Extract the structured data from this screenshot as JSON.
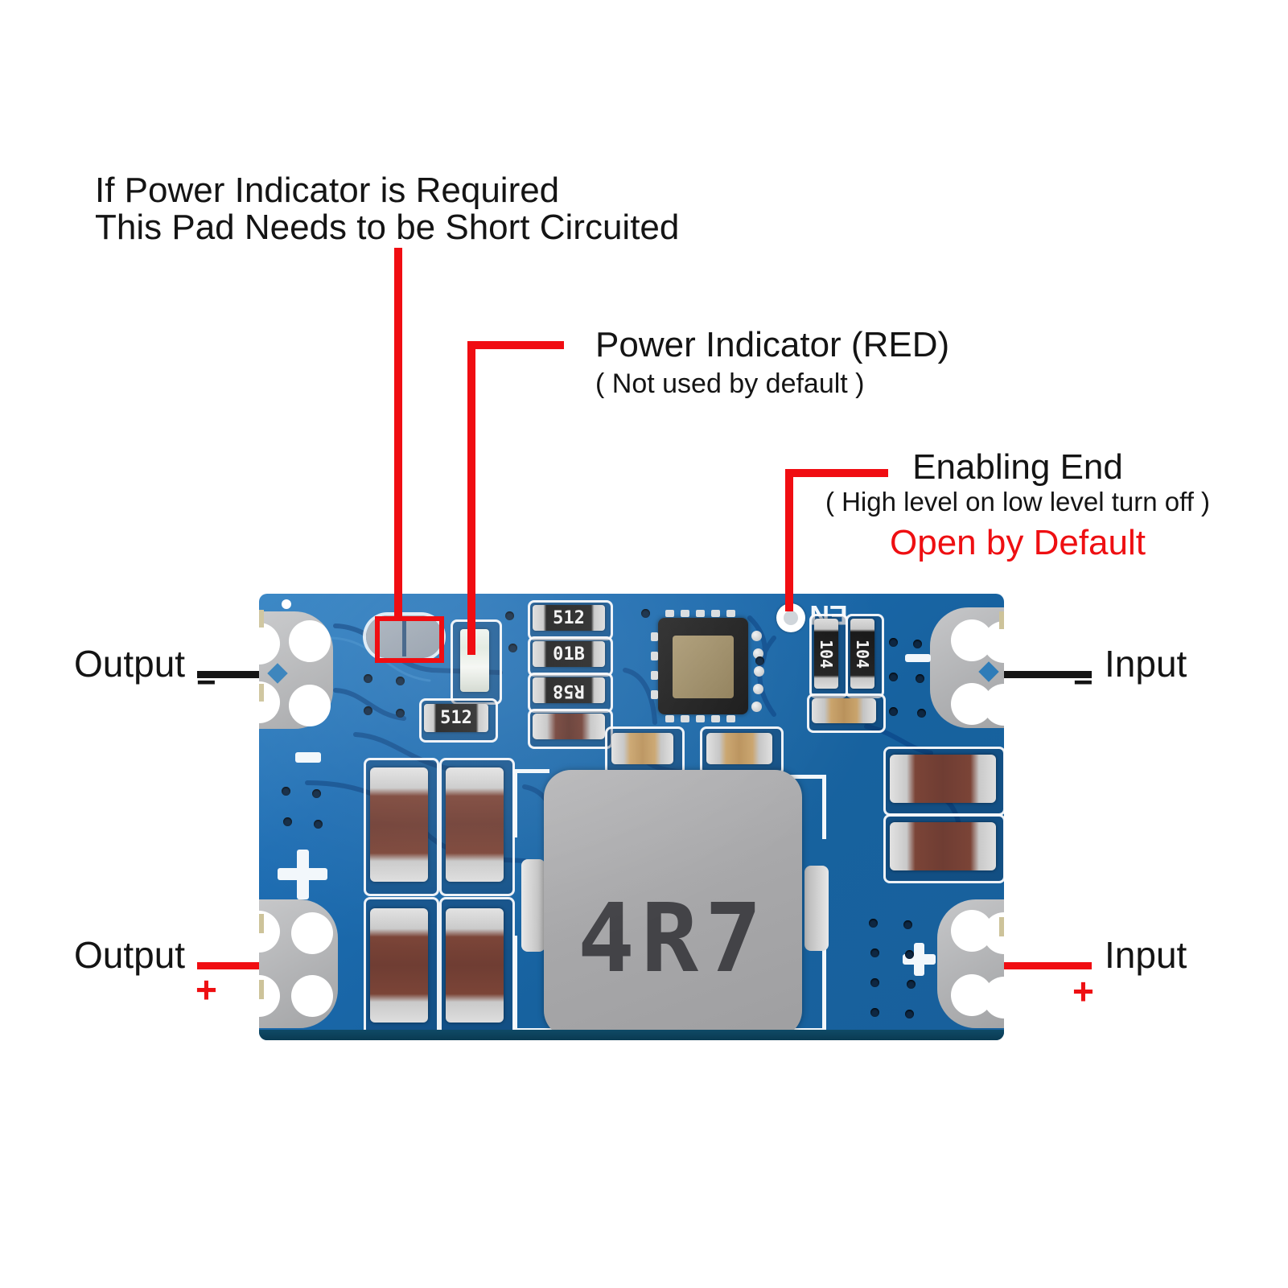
{
  "annotations": {
    "short_pad_line1": "If Power Indicator is Required",
    "short_pad_line2": "This Pad Needs to be Short Circuited",
    "power_indicator_title": "Power Indicator (RED)",
    "power_indicator_subtitle": "( Not used by default )",
    "enabling_title": "Enabling End",
    "enabling_subtitle": "( High level on low level turn off )",
    "enabling_note": "Open by Default"
  },
  "terminals": {
    "output_neg_label": "Output",
    "output_neg_sign": "−",
    "output_pos_label": "Output",
    "output_pos_sign": "+",
    "input_neg_label": "Input",
    "input_neg_sign": "−",
    "input_pos_label": "Input",
    "input_pos_sign": "+"
  },
  "board": {
    "silk_en": "EN",
    "inductor_label": "4R7",
    "resistor_labels": {
      "r1": "512",
      "r2": "01B",
      "r3": "R58",
      "r4": "512"
    },
    "cap_labels": {
      "c1": "104",
      "c2": "104"
    }
  },
  "colors": {
    "annotation_red": "#ee0f12",
    "pcb_blue": "#1a68ad",
    "line_black": "#141414"
  }
}
